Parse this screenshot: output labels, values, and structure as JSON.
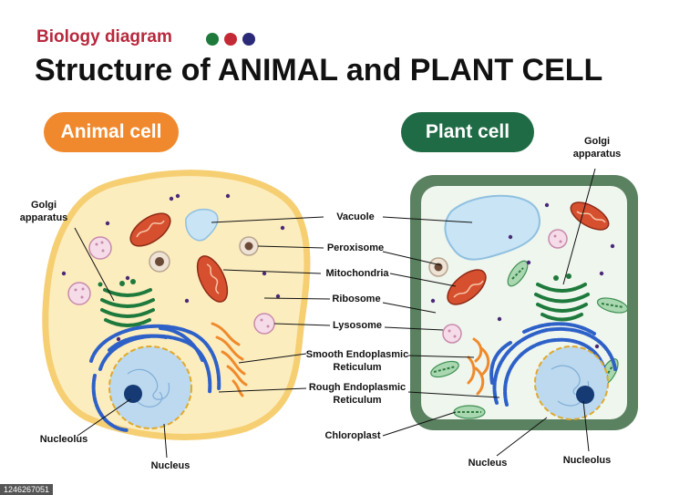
{
  "header": {
    "subtitle": "Biology diagram",
    "title": "Structure of ANIMAL and PLANT CELL",
    "dot_colors": [
      "#1d7a3a",
      "#c42a35",
      "#2a2a78"
    ]
  },
  "panels": {
    "animal": {
      "label": "Animal cell",
      "color": "#f0892e"
    },
    "plant": {
      "label": "Plant cell",
      "color": "#1f6b45"
    }
  },
  "labels": {
    "golgi_left": "Golgi\napparatus",
    "golgi_right": "Golgi\napparatus",
    "vacuole": "Vacuole",
    "peroxisome": "Peroxisome",
    "mitochondria": "Mitochondria",
    "ribosome": "Ribosome",
    "lysosome": "Lysosome",
    "smooth_er": "Smooth Endoplasmic\nReticulum",
    "rough_er": "Rough Endoplasmic\nReticulum",
    "chloroplast": "Chloroplast",
    "nucleolus_left": "Nucleolus",
    "nucleus_left": "Nucleus",
    "nucleus_right": "Nucleus",
    "nucleolus_right": "Nucleolus"
  },
  "stock_id": "1246267051"
}
